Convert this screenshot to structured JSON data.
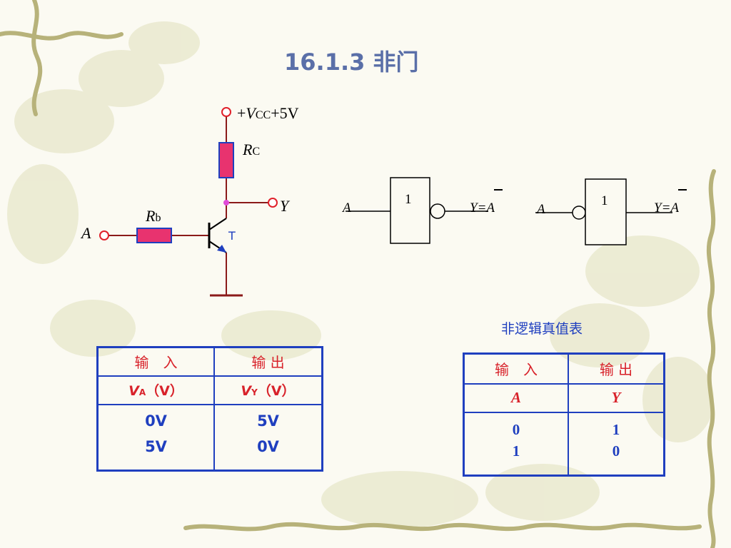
{
  "title": "16.1.3  非门",
  "circuit": {
    "vcc_prefix": "+",
    "vcc_v": "V",
    "vcc_sub": "CC",
    "vcc_value": "+5V",
    "rc_r": "R",
    "rc_sub": "C",
    "rb_r": "R",
    "rb_sub": "b",
    "input": "A",
    "output": "Y",
    "transistor": "T"
  },
  "gates": [
    {
      "input": "A",
      "symbol": "1",
      "output": "Y=A"
    },
    {
      "input": "A",
      "symbol": "1",
      "output": "Y=A"
    }
  ],
  "voltage_table": {
    "header": [
      "输　入",
      "输  出"
    ],
    "sub_a_var": "V",
    "sub_a_sub": "A",
    "sub_a_unit": "（V）",
    "sub_y_var": "V",
    "sub_y_sub": "Y",
    "sub_y_unit": "（V）",
    "input_values": [
      "0V",
      "5V"
    ],
    "output_values": [
      "5V",
      "0V"
    ]
  },
  "truth_table": {
    "caption": "非逻辑真值表",
    "header": [
      "输　入",
      "输  出"
    ],
    "sub": [
      "A",
      "Y"
    ],
    "input_values": [
      "0",
      "1"
    ],
    "output_values": [
      "1",
      "0"
    ]
  },
  "colors": {
    "title": "#5a6fa8",
    "table_border": "#1f3fbf",
    "header_text": "#d8222a",
    "resistor_fill": "#e8336f",
    "wire": "#8b1a1a",
    "terminal": "#e0202a"
  }
}
